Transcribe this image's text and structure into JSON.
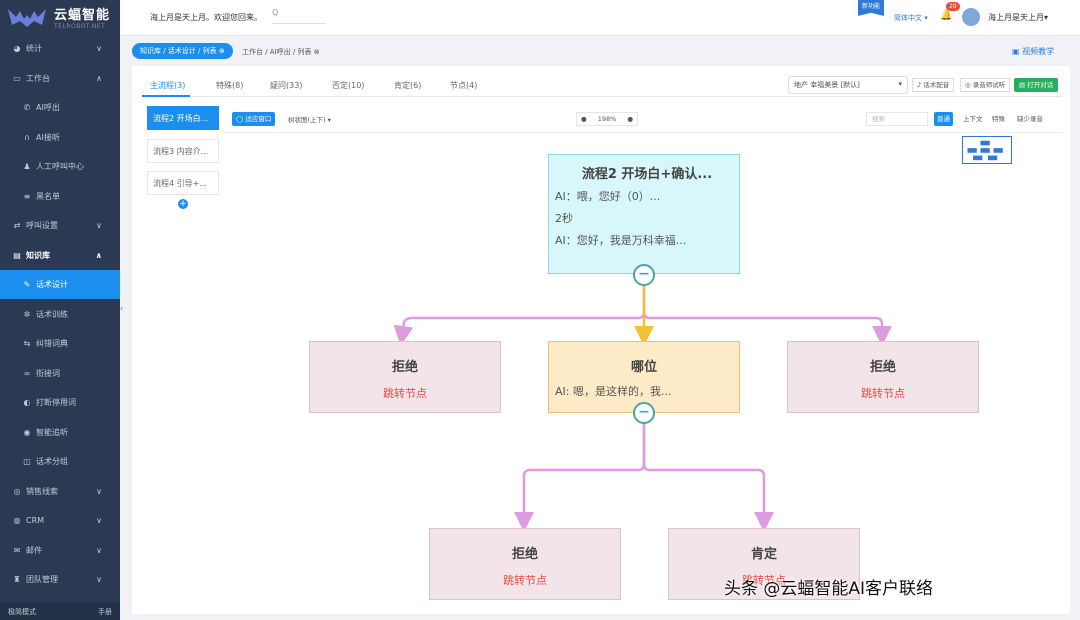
{
  "brand": {
    "name": "云蝠智能",
    "sub": "TELROBOT.NET"
  },
  "sidebar": {
    "items": [
      {
        "label": "统计",
        "icon": "pie-icon",
        "chev": "∨"
      },
      {
        "label": "工作台",
        "icon": "monitor-icon",
        "chev": "∧"
      },
      {
        "label": "AI呼出",
        "icon": "phone-icon",
        "sub": true
      },
      {
        "label": "AI接听",
        "icon": "headset-icon",
        "sub": true
      },
      {
        "label": "人工呼叫中心",
        "icon": "person-icon",
        "sub": true
      },
      {
        "label": "黑名单",
        "icon": "list-icon",
        "sub": true
      },
      {
        "label": "呼叫设置",
        "icon": "settings-icon",
        "chev": "∨"
      },
      {
        "label": "知识库",
        "icon": "book-icon",
        "chev": "∧",
        "bold": true
      },
      {
        "label": "话术设计",
        "icon": "edit-icon",
        "sub": true,
        "active": true
      },
      {
        "label": "话术训练",
        "icon": "train-icon",
        "sub": true
      },
      {
        "label": "纠错词典",
        "icon": "dict-icon",
        "sub": true
      },
      {
        "label": "衔接词",
        "icon": "link-icon",
        "sub": true
      },
      {
        "label": "打断停用词",
        "icon": "stop-icon",
        "sub": true
      },
      {
        "label": "智能追听",
        "icon": "ear-icon",
        "sub": true
      },
      {
        "label": "话术分组",
        "icon": "group-icon",
        "sub": true
      },
      {
        "label": "销售线索",
        "icon": "lead-icon",
        "chev": "∨"
      },
      {
        "label": "CRM",
        "icon": "crm-icon",
        "chev": "∨"
      },
      {
        "label": "邮件",
        "icon": "mail-icon",
        "chev": "∨"
      },
      {
        "label": "团队管理",
        "icon": "team-icon",
        "chev": "∨"
      }
    ],
    "bottom_left": "极简模式",
    "bottom_right": "手册"
  },
  "header": {
    "welcome": "海上月是天上月。欢迎您回来。",
    "search_placeholder": "Q",
    "new_badge": "新功能",
    "lang": "简体中文 ▾",
    "bell_count": "20",
    "user": "海上月是天上月▾"
  },
  "crumbs": {
    "active": "知识库 / 话术设计 / 列表",
    "other": "工作台 / AI呼出 / 列表",
    "video": "视频教学"
  },
  "tabs": [
    "主流程(3)",
    "特殊(8)",
    "疑问(33)",
    "否定(10)",
    "肯定(6)",
    "节点(4)"
  ],
  "scene": "地产  幸福美景  [默认]",
  "scene_arrow": "▾",
  "buttons": {
    "audio": "话术配音",
    "record": "录音师试听",
    "talk": "打开对话"
  },
  "flows": [
    "流程2 开场白...",
    "流程3 内容介...",
    "流程4 引导+..."
  ],
  "toolbar": {
    "window": "适应窗口",
    "layout": "树状图(上下)",
    "layout_arrow": "▾",
    "zoom": "198%",
    "search": "搜索",
    "views": [
      "普通",
      "上下文",
      "特殊",
      "缺少录音"
    ]
  },
  "nodes": {
    "root": {
      "title": "流程2 开场白+确认...",
      "lines": [
        "AI：喂，您好（0）...",
        "2秒",
        "AI：您好，我是万科幸福..."
      ]
    },
    "n1": {
      "title": "拒绝",
      "jump": "跳转节点"
    },
    "n2": {
      "title": "哪位",
      "line": "AI: 嗯，是这样的，我..."
    },
    "n3": {
      "title": "拒绝",
      "jump": "跳转节点"
    },
    "n4": {
      "title": "拒绝",
      "jump": "跳转节点"
    },
    "n5": {
      "title": "肯定",
      "jump": "跳转节点"
    }
  },
  "collapse_glyph": "−",
  "add_glyph": "+",
  "watermark": "头条 @云蝠智能AI客户联络",
  "colors": {
    "sidebar": "#2b3a52",
    "accent": "#1b8ef0",
    "pink_line": "#dd9ce0",
    "yellow_line": "#f2c232",
    "teal": "#4ba3a9"
  }
}
